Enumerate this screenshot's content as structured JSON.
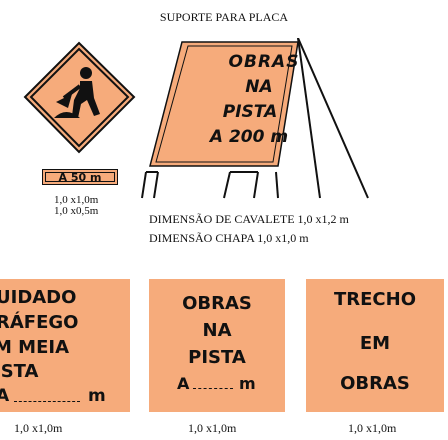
{
  "colors": {
    "sign_orange": "#f6ab7b",
    "outline": "#111111"
  },
  "page_title": "SUPORTE PARA PLACA",
  "diamond_sign": {
    "icon": "worker-digging-icon",
    "plate_text": "A 50 m",
    "dims": [
      "1,0 x1,0m",
      "1,0 x0,5m"
    ]
  },
  "easel_sign": {
    "lines": [
      "OBRAS",
      "NA",
      "PISTA",
      "A 200 m"
    ]
  },
  "dimension_notes": [
    "DIMENSÃO DE CAVALETE 1,0 x1,2 m",
    "DIMENSÃO CHAPA 1,0 x1,0 m"
  ],
  "bottom_signs": [
    {
      "lines": [
        "UIDADO",
        "RÁFEGO",
        "M MEIA",
        "ISTA",
        "A",
        "m"
      ],
      "dim": "1,0 x1,0m"
    },
    {
      "lines": [
        "OBRAS",
        "NA",
        "PISTA",
        "A",
        "m"
      ],
      "dim": "1,0 x1,0m"
    },
    {
      "lines": [
        "TRECHO",
        "EM",
        "OBRAS"
      ],
      "dim": "1,0 x1,0m"
    }
  ]
}
